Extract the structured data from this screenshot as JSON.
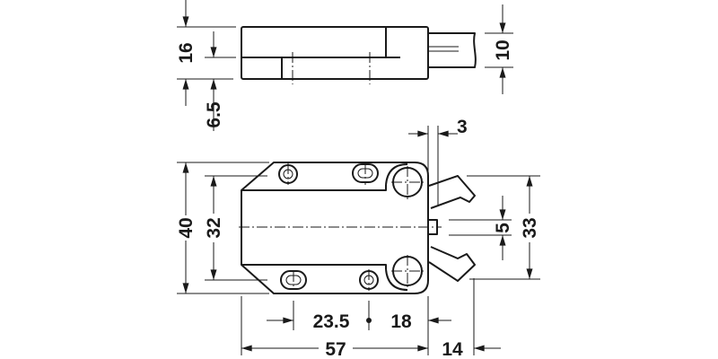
{
  "dimensions": {
    "top_height": "16",
    "top_offset": "6.5",
    "cable_height": "10",
    "gap": "3",
    "overall_height": "40",
    "hole_spacing_vertical": "32",
    "tab_height": "5",
    "claw_span": "33",
    "hole_spacing_left": "23.5",
    "hole_spacing_right": "18",
    "overall_length": "57",
    "claw_length": "14"
  },
  "colors": {
    "line": "#1a1a1a",
    "background": "#ffffff"
  }
}
